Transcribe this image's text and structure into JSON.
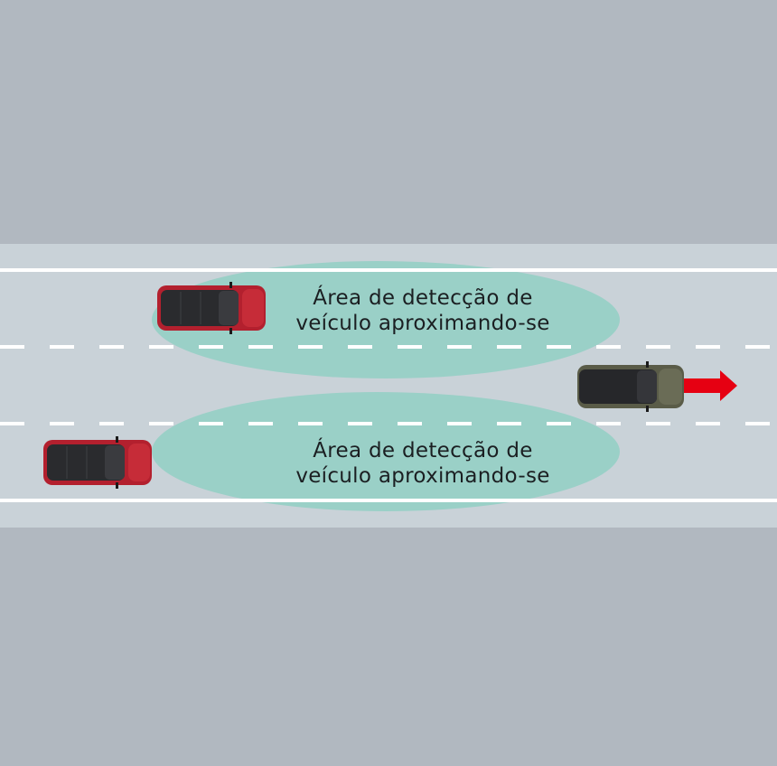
{
  "diagram": {
    "title": "Rear cross-traffic / approaching vehicle detection zones",
    "zones": [
      {
        "label_line1": "Área de detecção de",
        "label_line2": "veículo aproximando-se"
      },
      {
        "label_line1": "Área de detecção de",
        "label_line2": "veículo aproximando-se"
      }
    ],
    "vehicles": [
      {
        "role": "approaching-vehicle-upper-lane",
        "color": "#b3202e"
      },
      {
        "role": "approaching-vehicle-lower-lane",
        "color": "#b3202e"
      },
      {
        "role": "own-vehicle-exiting",
        "color": "#5a5c48"
      }
    ],
    "arrow": {
      "direction": "right",
      "color": "#e60012"
    },
    "colors": {
      "background": "#b1b8c0",
      "road": "#c9d2d8",
      "lane_marking": "#ffffff",
      "detection_zone": "#98d0c6"
    }
  }
}
